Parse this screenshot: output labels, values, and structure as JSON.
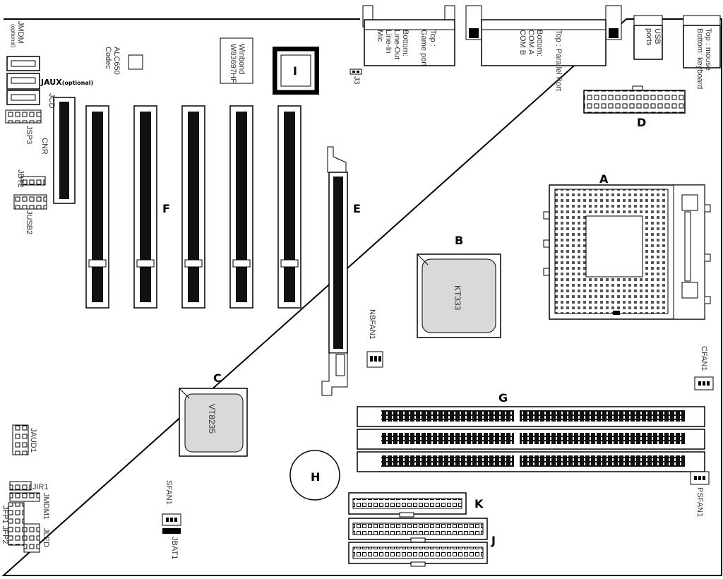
{
  "markers": {
    "a": "A",
    "b": "B",
    "c": "C",
    "d": "D",
    "e": "E",
    "f": "F",
    "g": "G",
    "h": "H",
    "i": "I",
    "j": "J",
    "k": "K"
  },
  "chips": {
    "northbridge": "KT333",
    "southbridge": "VT8235",
    "superio_line1": "Winbond",
    "superio_line2": "W83697HF",
    "codec_line1": "ALC650",
    "codec_line2": "Codec"
  },
  "rear_panel": {
    "game_top": "Top :",
    "game_port": "Game port",
    "game_bottom": "Bottom:",
    "line_out": "Line-Out",
    "line_in": "Line-In",
    "mic": "Mic",
    "parallel_top": "Top : Parallel Port",
    "com_bottom": "Bottom:",
    "com_a": "COM A",
    "com_b": "COM B",
    "usb_line1": "USB",
    "usb_line2": "ports",
    "ps2_top": "Top : mouse",
    "ps2_bottom": "Bottom: keyboard"
  },
  "headers": {
    "jmdm": "JMDM",
    "jmdm_opt": "(optional)",
    "jaux": "JAUX",
    "jaux_opt": "(optional)",
    "jcd": "JCD",
    "jsp3": "JSP3",
    "cnr": "CNR",
    "jbt2": "JBT2",
    "jusb2": "JUSB2",
    "j3": "J3",
    "nbfan1": "NBFAN1",
    "cfan1": "CFAN1",
    "psfan1": "PSFAN1",
    "jaud1": "JAUD1",
    "jir1": "JIR1",
    "jmdm1": "JMDM1",
    "jfp1_jfp2": "JFP1 JFP2",
    "jled": "JLED",
    "sfan1": "SFAN1",
    "jbat1": "JBAT1"
  }
}
